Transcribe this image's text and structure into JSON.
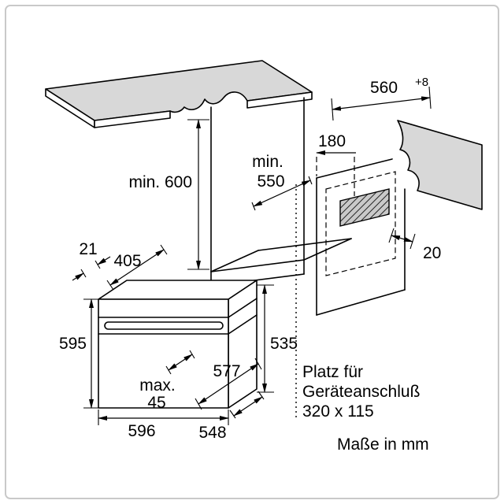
{
  "colors": {
    "surface": "#d8d8d8",
    "line": "#000000",
    "frame": "#c9c9c9"
  },
  "niche": {
    "width": "560",
    "width_tolerance": "+8",
    "height_min": "min. 600",
    "depth_min_line1": "min.",
    "depth_min_line2": "550",
    "connection_offset": "180",
    "rear_gap": "20"
  },
  "oven": {
    "panel_offset": "21",
    "top_depth": "405",
    "front_height": "595",
    "body_height": "535",
    "total_depth": "577",
    "door_max_line1": "max.",
    "door_max_line2": "45",
    "width": "596",
    "body_depth": "548"
  },
  "notes": {
    "connection_line1": "Platz für",
    "connection_line2": "Geräteanschluß",
    "connection_line3": "320 x 115",
    "units": "Maße in mm"
  }
}
